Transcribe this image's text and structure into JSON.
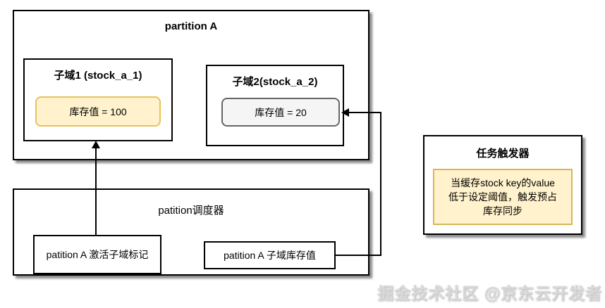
{
  "partition_a": {
    "title": "partition A",
    "subdomain1": {
      "title": "子域1 (stock_a_1)",
      "value": "库存值 = 100"
    },
    "subdomain2": {
      "title": "子域2(stock_a_2)",
      "value": "库存值 = 20"
    }
  },
  "scheduler": {
    "title": "patition调度器",
    "activation_box": "patition A 激活子域标记",
    "stock_box": "patition A 子域库存值"
  },
  "trigger": {
    "title": "任务触发器",
    "note_lines": [
      "当缓存stock key的value",
      "低于设定阈值，触发预占",
      "库存同步"
    ]
  },
  "watermark": "掘金技术社区 @京东云开发者",
  "colors": {
    "note_bg": "#fff2cc",
    "note_border": "#d6b656",
    "yellow_pill_border": "#e6c35c",
    "gray_pill_bg": "#f5f5f5",
    "gray_pill_border": "#666666",
    "line": "#000000"
  }
}
